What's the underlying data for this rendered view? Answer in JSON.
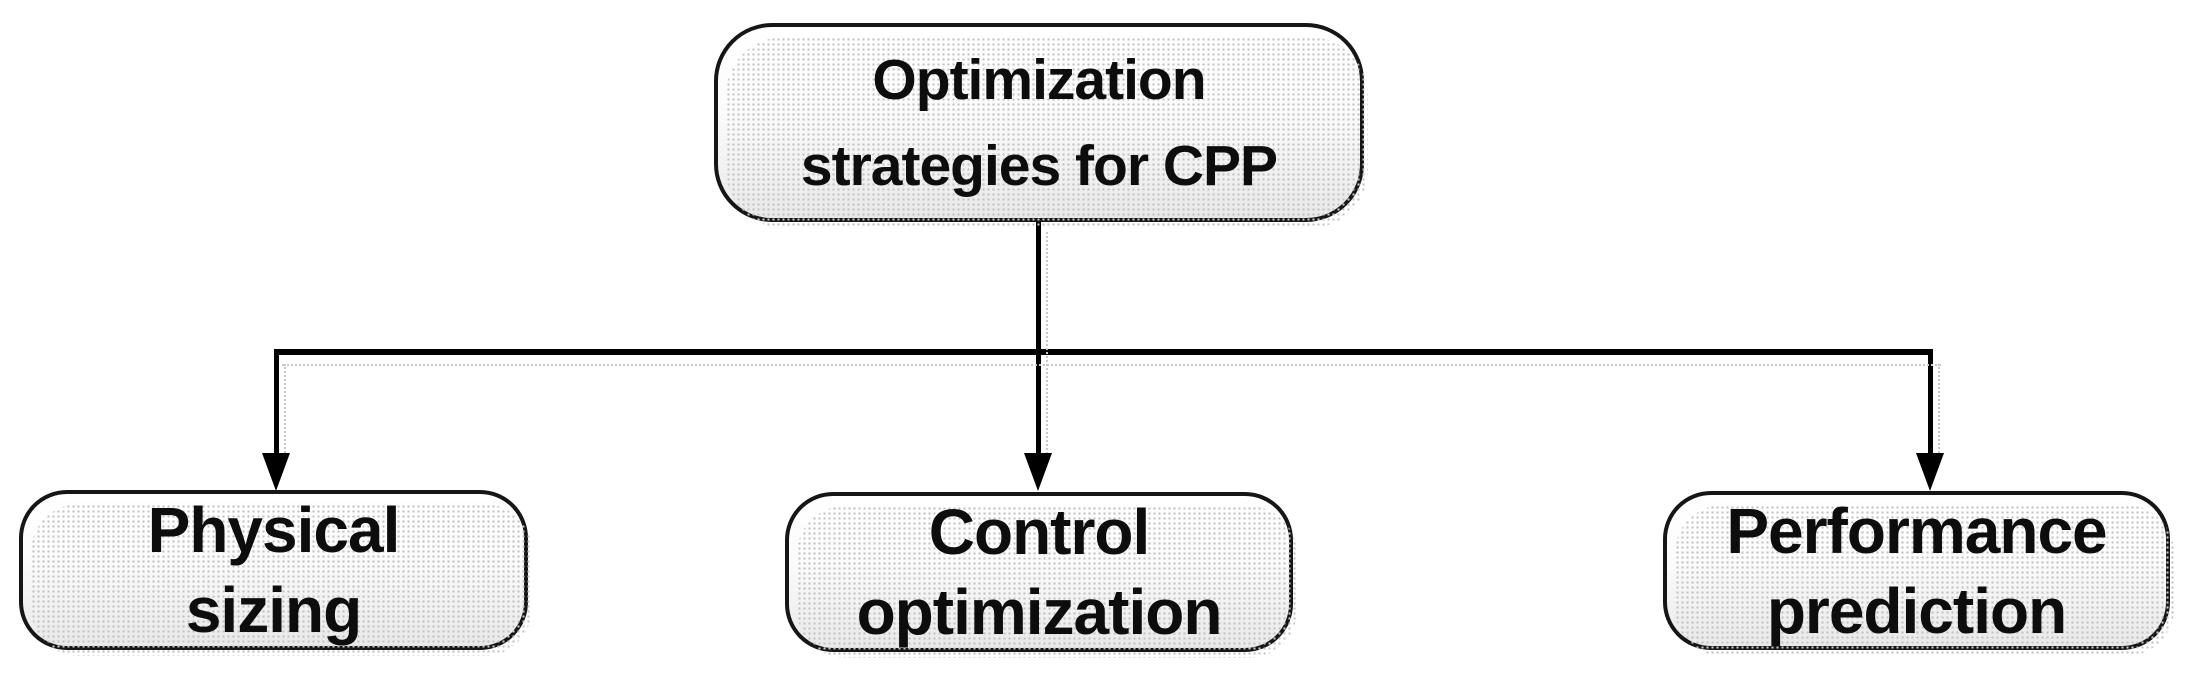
{
  "figure": {
    "type": "flowchart",
    "background": "#ffffff",
    "direction": "top-down"
  },
  "nodes": {
    "root": {
      "id": "optimization-strategies-for-cpp",
      "lines": [
        "Optimization",
        "strategies for CPP"
      ]
    },
    "children": [
      {
        "id": "physical-sizing",
        "lines": [
          "Physical",
          "sizing"
        ]
      },
      {
        "id": "control-optimization",
        "lines": [
          "Control",
          "optimization"
        ]
      },
      {
        "id": "performance-prediction",
        "lines": [
          "Performance",
          "prediction"
        ]
      }
    ]
  },
  "connectors": {
    "style": "elbow",
    "arrowhead": "solid-triangle-down",
    "line_color": "#000000",
    "shadow_style": "dotted"
  },
  "colors": {
    "node_border": "#161616",
    "node_fill_top": "#ffffff",
    "node_fill_bottom": "#e9e9e9",
    "text": "#0d0d0d",
    "connector": "#000000",
    "shadow_dots": "#c2c2c2"
  }
}
